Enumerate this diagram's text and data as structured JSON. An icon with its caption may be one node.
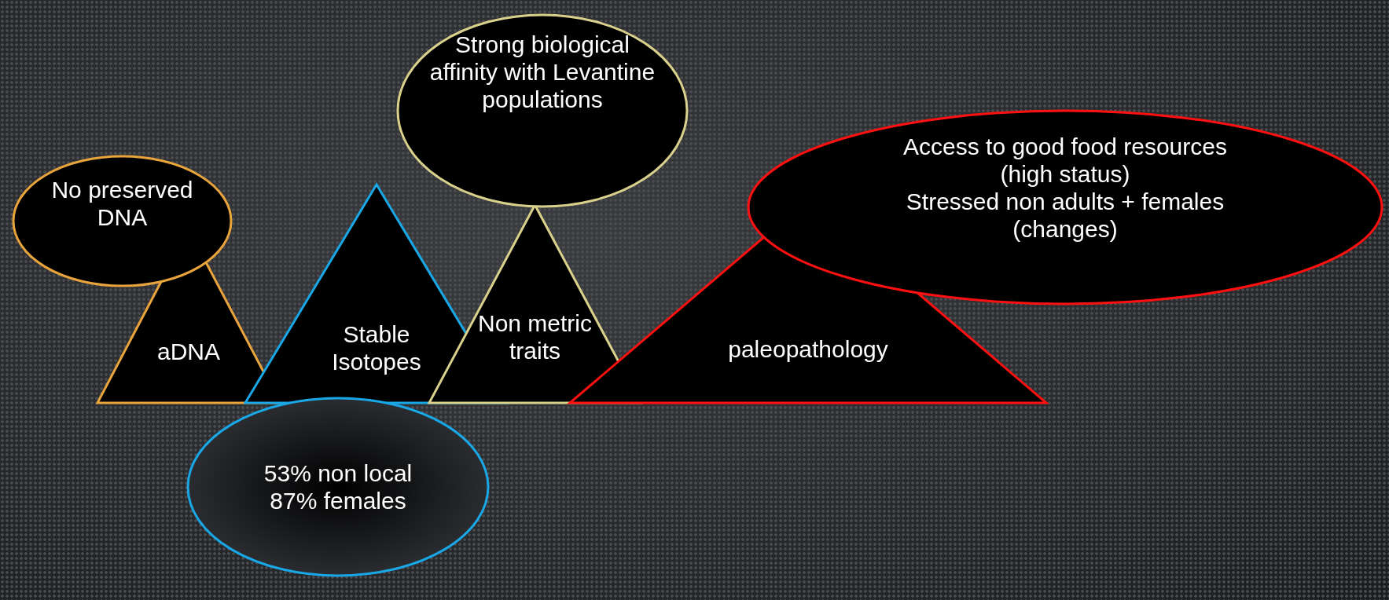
{
  "diagram": {
    "nodes": [
      {
        "text": [
          "No preserved DNA"
        ]
      },
      {
        "text": [
          "aDNA"
        ]
      },
      {
        "text": [
          "Stable Isotopes"
        ]
      },
      {
        "text": [
          "53% non local",
          "87% females"
        ]
      },
      {
        "text": [
          "Strong biological affinity with Levantine populations"
        ]
      },
      {
        "text": [
          "Non metric traits"
        ]
      },
      {
        "text": [
          "Access to good food resources",
          "(high status)",
          "Stressed non adults + females",
          "(changes)"
        ]
      },
      {
        "text": [
          "paleopathology"
        ]
      }
    ]
  }
}
